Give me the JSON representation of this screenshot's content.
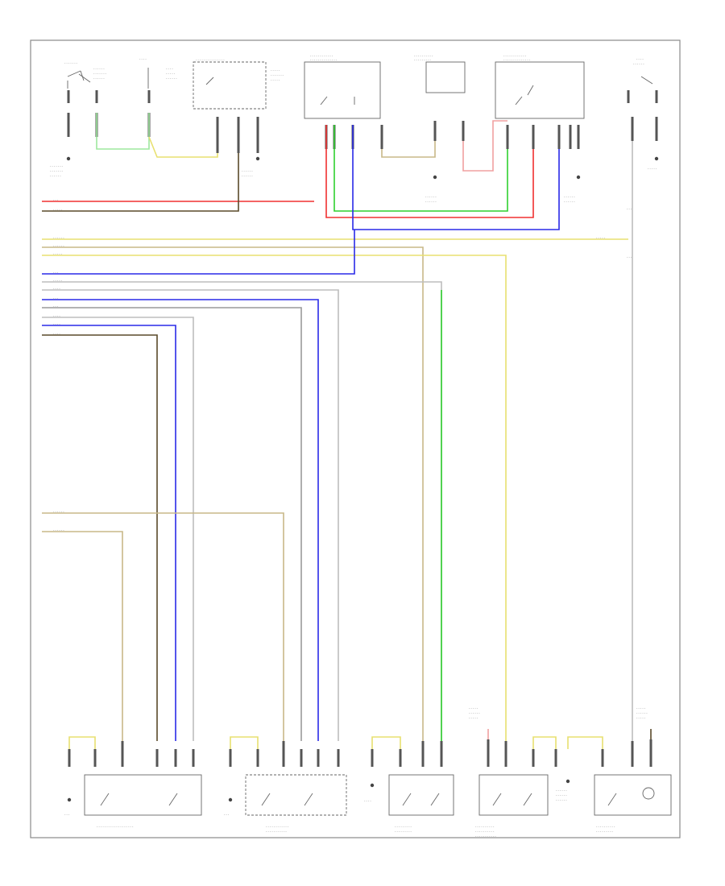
{
  "diagram": {
    "type": "automotive-wiring-schematic",
    "footer_code": "",
    "labels_legible": false,
    "wire_colors": {
      "red": "#f03030",
      "brown": "#5a4a2a",
      "green": "#2fd02f",
      "blue": "#2a2ae8",
      "yellow": "#e8e070",
      "tan": "#c8b888",
      "white": "#bdbdbd",
      "pink": "#f0a0a0",
      "gray": "#9a9a9a",
      "light_green": "#9ee89e"
    },
    "bottom_component_count": 5,
    "top_component_count": 7
  }
}
